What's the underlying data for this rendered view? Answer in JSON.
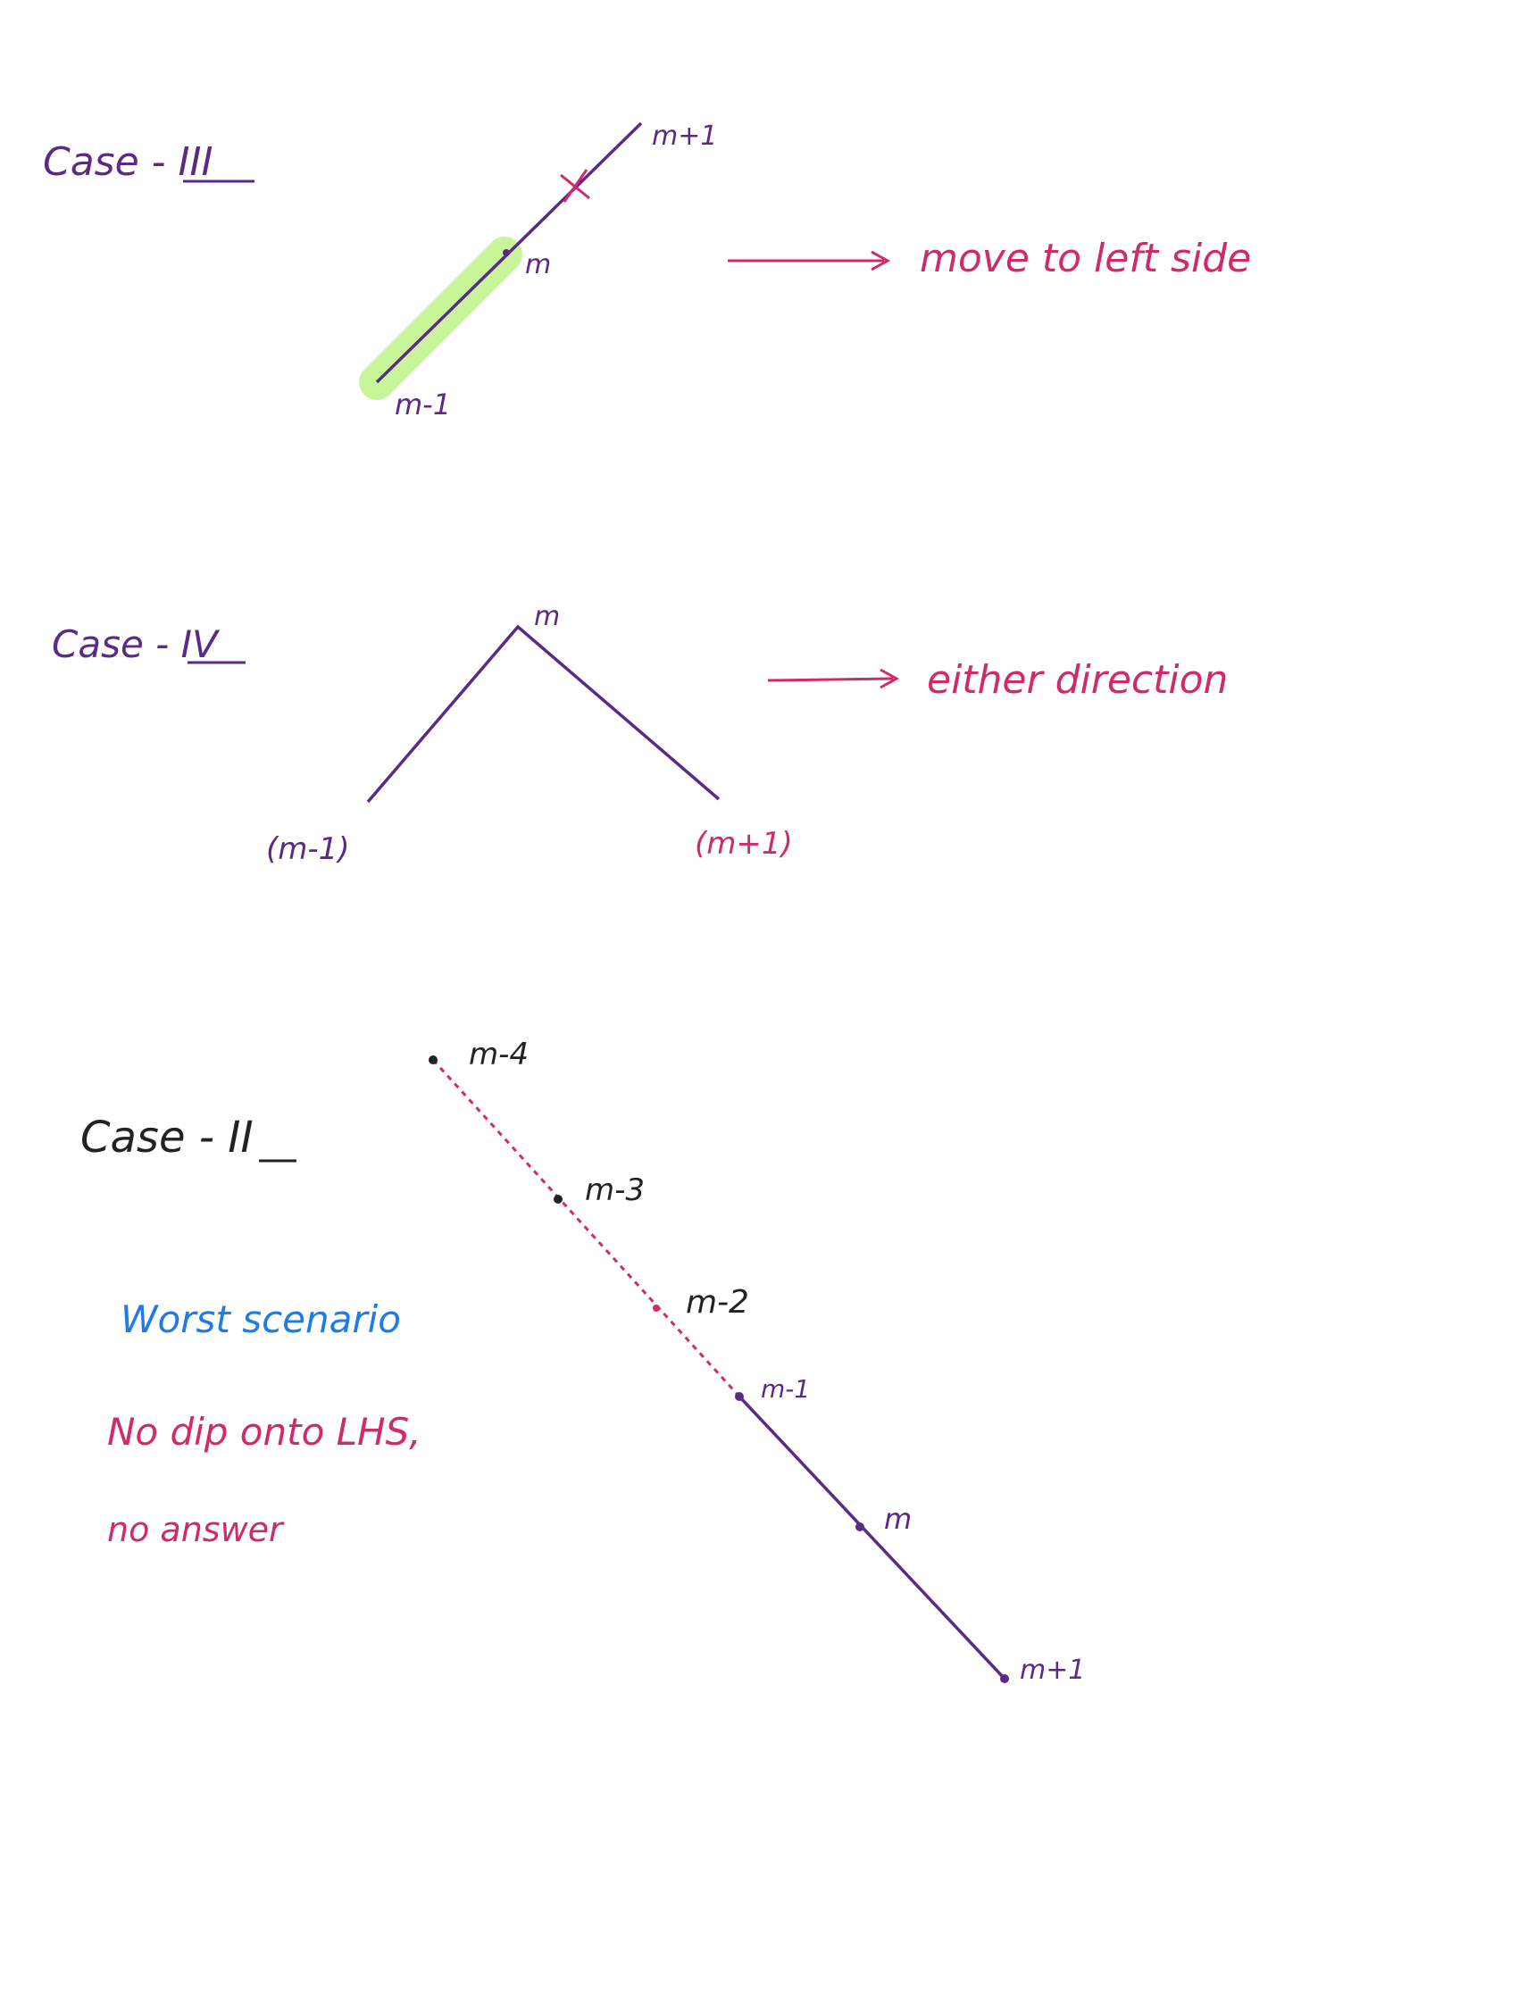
{
  "colors": {
    "purple": "#5b2a86",
    "pink": "#d02a6a",
    "blue": "#1f7be8",
    "black": "#222222",
    "highlight": "#c8f59a"
  },
  "case3": {
    "title": "Case - III",
    "label_top": "m+1",
    "label_mid": "m",
    "label_bottom": "m-1",
    "annotation": "move to left side"
  },
  "case4": {
    "title": "Case - IV",
    "label_peak": "m",
    "label_left": "(m-1)",
    "label_right": "(m+1)",
    "annotation": "either direction"
  },
  "case2": {
    "title": "Case - II",
    "labels": [
      "m-4",
      "m-3",
      "m-2",
      "m-1",
      "m",
      "m+1"
    ],
    "note_title": "Worst scenario",
    "note_line1": "No dip onto LHS,",
    "note_line2": "no answer"
  }
}
